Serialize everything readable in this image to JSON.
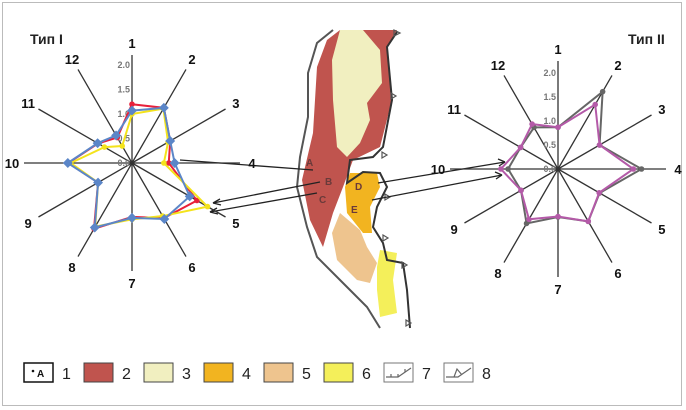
{
  "chart_data": [
    {
      "type": "radar",
      "title": "Тип I",
      "axes": [
        "1",
        "2",
        "3",
        "4",
        "5",
        "6",
        "7",
        "8",
        "9",
        "10",
        "11",
        "12"
      ],
      "ticks": [
        "0.0",
        "0.5",
        "1.0",
        "1.5",
        "2.0"
      ],
      "rlim": [
        0,
        2.0
      ],
      "series": [
        {
          "name": "A",
          "color": "#e8203a",
          "values": [
            1.2,
            1.3,
            0.9,
            0.75,
            1.53,
            1.3,
            1.1,
            1.55,
            0.8,
            1.3,
            0.8,
            0.6
          ]
        },
        {
          "name": "C",
          "color": "#f4e31c",
          "values": [
            1.0,
            1.28,
            0.85,
            0.65,
            1.78,
            1.25,
            1.15,
            1.5,
            0.8,
            1.25,
            0.65,
            0.4
          ]
        },
        {
          "name": "B",
          "color": "#5b86c8",
          "values": [
            1.07,
            1.3,
            0.9,
            0.87,
            1.36,
            1.32,
            1.12,
            1.52,
            0.8,
            1.31,
            0.81,
            0.65
          ]
        }
      ]
    },
    {
      "type": "radar",
      "title": "Тип II",
      "axes": [
        "1",
        "2",
        "3",
        "4",
        "5",
        "6",
        "7",
        "8",
        "9",
        "10",
        "11",
        "12"
      ],
      "ticks": [
        "0.0",
        "0.5",
        "1.0",
        "1.5",
        "2.0"
      ],
      "rlim": [
        0,
        2.0
      ],
      "series": [
        {
          "name": "D",
          "color": "#666666",
          "values": [
            0.87,
            1.86,
            1.0,
            1.74,
            1.0,
            1.26,
            1.0,
            1.31,
            0.89,
            1.04,
            0.9,
            1.0
          ]
        },
        {
          "name": "E",
          "color": "#b45aa8",
          "values": [
            0.87,
            1.55,
            1.0,
            1.57,
            0.99,
            1.26,
            0.99,
            1.21,
            0.89,
            1.19,
            0.9,
            1.08
          ]
        }
      ]
    }
  ],
  "map": {
    "labels": [
      "A",
      "B",
      "C",
      "D",
      "E"
    ],
    "colors": {
      "zone2": "#c0544e",
      "zone3": "#f1efc0",
      "zone4": "#f2b420",
      "zone5": "#eec48e",
      "zone6": "#f4ef5a"
    }
  },
  "legend": [
    {
      "swatch": "point-label",
      "marker": "A",
      "label": "1"
    },
    {
      "swatch": "fill",
      "color": "#c0544e",
      "label": "2"
    },
    {
      "swatch": "fill",
      "color": "#f1efc0",
      "label": "3"
    },
    {
      "swatch": "fill",
      "color": "#f2b420",
      "label": "4"
    },
    {
      "swatch": "fill",
      "color": "#eec48e",
      "label": "5"
    },
    {
      "swatch": "fill",
      "color": "#f4ef5a",
      "label": "6"
    },
    {
      "swatch": "coast-ticks",
      "label": "7"
    },
    {
      "swatch": "coast-triangle",
      "label": "8"
    }
  ]
}
